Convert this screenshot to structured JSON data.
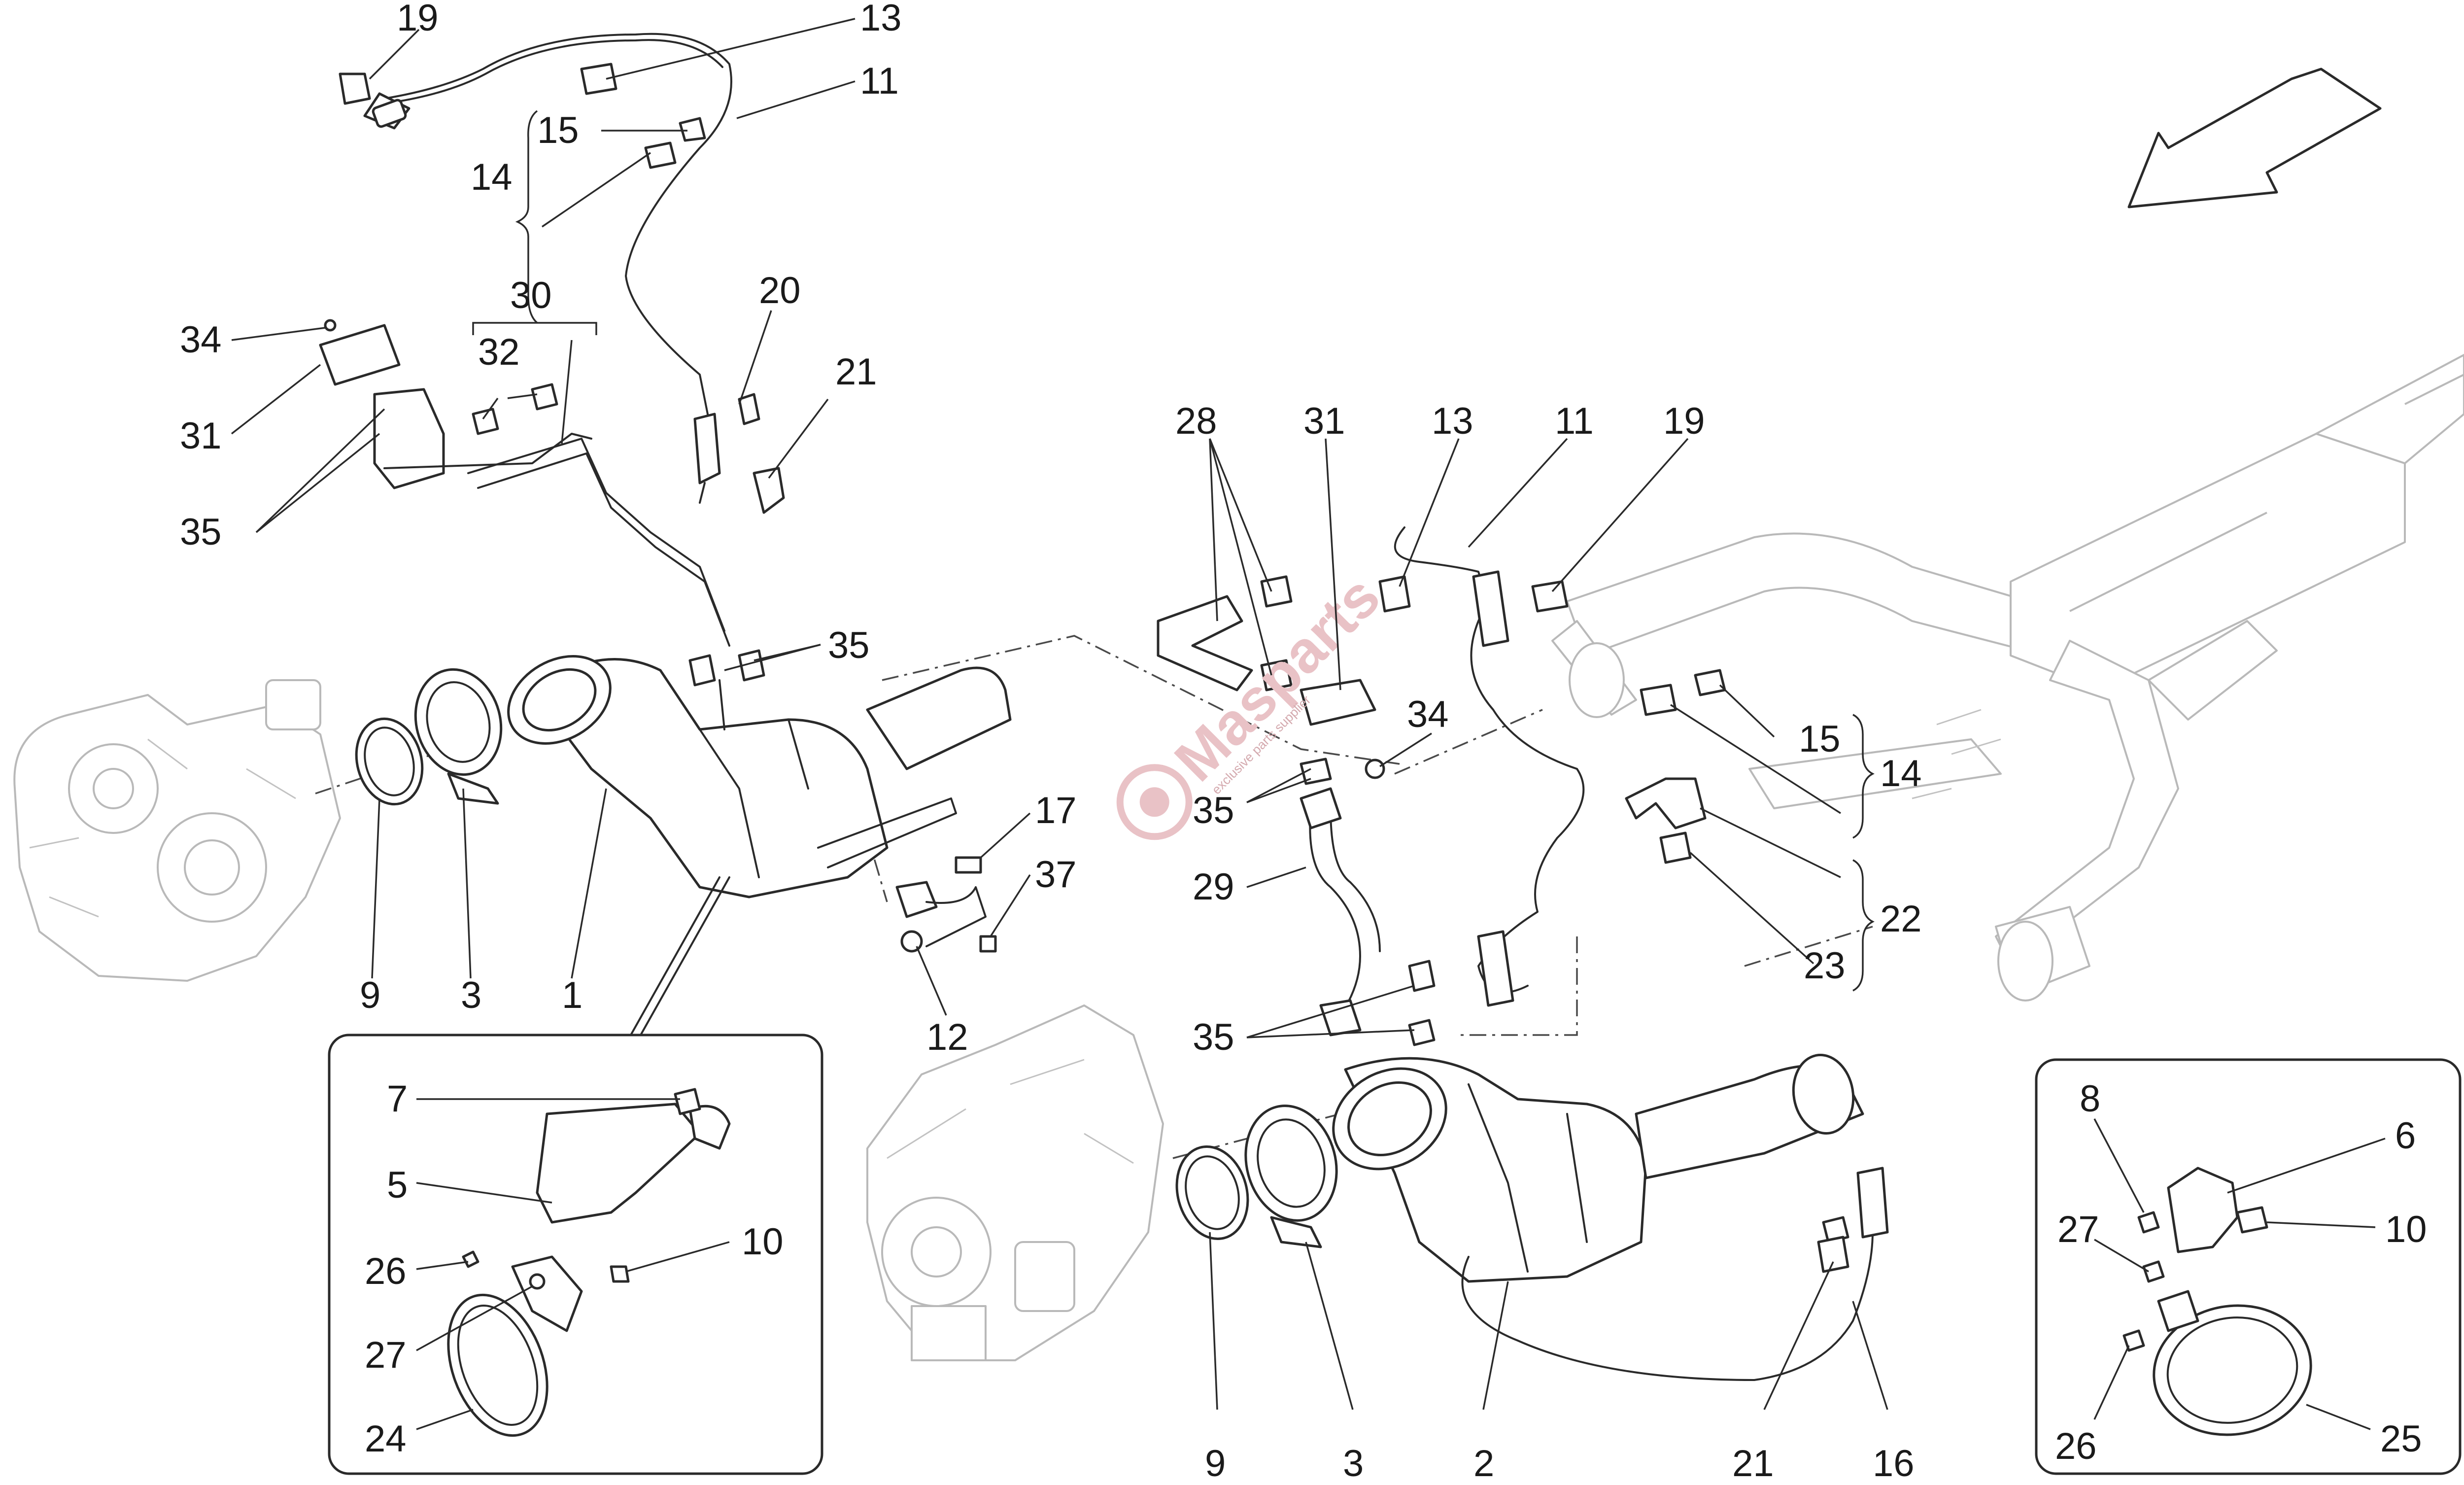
{
  "watermark": {
    "brand": "Masparts",
    "tagline": "exclusive parts supplier"
  },
  "callouts": {
    "c19a": "19",
    "c13a": "13",
    "c11a": "11",
    "c15a": "15",
    "c14a": "14",
    "c30": "30",
    "c32": "32",
    "c34a": "34",
    "c31a": "31",
    "c35a": "35",
    "c20": "20",
    "c21a": "21",
    "c35b": "35",
    "c9a": "9",
    "c3a": "3",
    "c1": "1",
    "c17": "17",
    "c37": "37",
    "c12": "12",
    "c28": "28",
    "c31b": "31",
    "c13b": "13",
    "c11b": "11",
    "c19b": "19",
    "c34b": "34",
    "c35c": "35",
    "c29": "29",
    "c35d": "35",
    "c15b": "15",
    "c14b": "14",
    "c22": "22",
    "c23": "23",
    "c7": "7",
    "c5": "5",
    "c26a": "26",
    "c10a": "10",
    "c27a": "27",
    "c24": "24",
    "c8": "8",
    "c6": "6",
    "c27b": "27",
    "c10b": "10",
    "c26b": "26",
    "c25": "25",
    "c9b": "9",
    "c3b": "3",
    "c2": "2",
    "c21b": "21",
    "c16": "16"
  }
}
